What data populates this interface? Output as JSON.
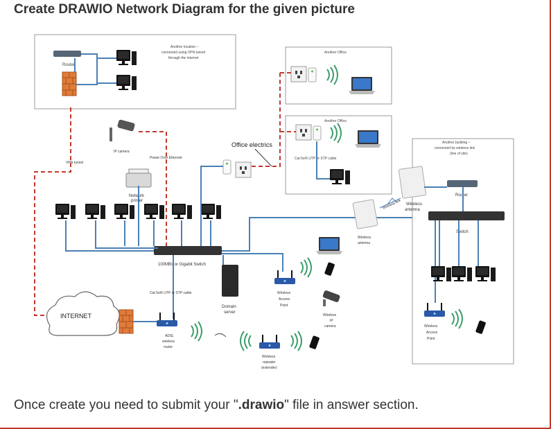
{
  "header": {
    "title": "Create DRAWIO Network Diagram for the given picture"
  },
  "footer": {
    "instruction_before": "Once create you need to submit your \"",
    "instruction_bold": ".drawio",
    "instruction_after": "\" file in answer section."
  },
  "diagram": {
    "remote_location": {
      "router_label": "Router",
      "note_line1": "Another location –",
      "note_line2": "connected using VPN tunnel",
      "note_line3": "through the internet"
    },
    "office_1": {
      "title": "Another Office"
    },
    "office_2": {
      "title": "Another Office",
      "cable_label": "Cat 5e/6 UTP or STP cable"
    },
    "office_electrics_label": "Office electrics",
    "ip_camera_label": "IP camera",
    "poe_label": "Power Over Ethernet",
    "vpn_label": "VPN tunnel",
    "network_printer_line1": "Network",
    "network_printer_line2": "printer",
    "main_switch_label": "100MBs or Gigabit Switch",
    "cable_label": "Cat 5e/6 UTP or STP cable",
    "internet_label": "INTERNET",
    "domain_server_line1": "Domain",
    "domain_server_line2": "server",
    "adsl_line1": "ADSL",
    "adsl_line2": "wireless",
    "adsl_line3": "router",
    "wap_line1": "Wireless",
    "wap_line2": "Access",
    "wap_line3": "Point",
    "wireless_ip_cam_line1": "Wireless",
    "wireless_ip_cam_line2": "IP",
    "wireless_ip_cam_line3": "camera",
    "repeater_line1": "Wireless",
    "repeater_line2": "repeater",
    "repeater_line3": "(extender)",
    "wireless_antenna_line1": "Wireless",
    "wireless_antenna_line2": "antenna",
    "wireless_link_label": "Wireless link",
    "wireless_antenna2_line1": "Wireless",
    "wireless_antenna2_line2": "antenna",
    "building": {
      "note_line1": "Another building –",
      "note_line2": "connected by wireless link",
      "note_line3": "(line of site)",
      "router_label": "Router",
      "switch_label": "Switch",
      "wap_line1": "Wireless",
      "wap_line2": "Access",
      "wap_line3": "Point"
    }
  },
  "colors": {
    "cable_blue": "#4a7fb5",
    "dashed_red": "#c0392b",
    "firewall": "#e07b39",
    "router_blue": "#2b59a8",
    "accent_border": "#c0392b"
  }
}
